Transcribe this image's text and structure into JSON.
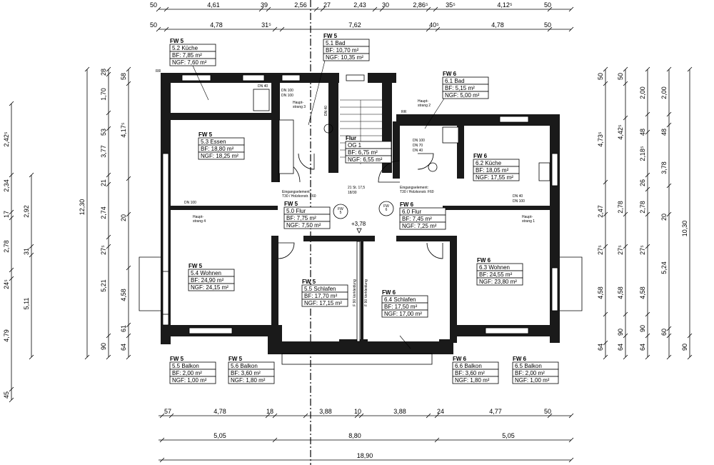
{
  "dimensions": {
    "top_row1": [
      "50",
      "4,61",
      "39",
      "2,56",
      "27",
      "2,43",
      "30",
      "2,86⁵",
      "35⁵",
      "4,12⁵",
      "50"
    ],
    "top_row2": [
      "50",
      "4,78",
      "31⁵",
      "7,62",
      "40⁵",
      "4,78",
      "50"
    ],
    "bottom_row1": [
      "57",
      "4,78",
      "18",
      "3,88",
      "10",
      "3,88",
      "24",
      "4,77",
      "50"
    ],
    "bottom_row2": [
      "5,05",
      "8,80",
      "5,05"
    ],
    "bottom_total": "18,90",
    "left_col1": [
      "2,42⁵",
      "2,34",
      "17",
      "2,78",
      "24⁵",
      "4,79",
      "45"
    ],
    "left_col2": [
      "2,92",
      "31",
      "5,11"
    ],
    "left_col3": [
      "12,30"
    ],
    "left_col4": [
      "28",
      "1,70",
      "53",
      "3,77",
      "21",
      "2,74",
      "27⁵",
      "5,21",
      "90"
    ],
    "left_col5": [
      "58",
      "4,17⁵",
      "20",
      "4,58",
      "61",
      "64"
    ],
    "right_col1": [
      "50",
      "4,73⁵",
      "2,47",
      "27⁵",
      "4,58",
      "64"
    ],
    "right_col2": [
      "50",
      "4,42⁵",
      "2,78",
      "27⁵",
      "4,58",
      "90",
      "64"
    ],
    "right_col3": [
      "2,00",
      "48",
      "2,18⁵",
      "26",
      "2,78",
      "27⁵",
      "4,58",
      "90",
      "64"
    ],
    "right_col4": [
      "2,00",
      "48",
      "3,78",
      "20",
      "5,24",
      "60"
    ],
    "right_col5": [
      "10,30",
      "90"
    ]
  },
  "rooms": [
    {
      "unit": "FW 5",
      "name": "5.2 Küche",
      "bf": "BF:    7,85 m²",
      "ngf": "NGF: 7,60 m²"
    },
    {
      "unit": "FW 5",
      "name": "5.1 Bad",
      "bf": "BF:    10,70 m²",
      "ngf": "NGF: 10,35 m²"
    },
    {
      "unit": "FW 6",
      "name": "6.1 Bad",
      "bf": "BF:    5,15 m²",
      "ngf": "NGF: 5,00 m²"
    },
    {
      "unit": "FW 5",
      "name": "5.3 Essen",
      "bf": "BF:    18,80 m²",
      "ngf": "NGF: 18,25 m²"
    },
    {
      "unit": "Flur",
      "name": "OG 1",
      "bf": "BF:    6,75 m²",
      "ngf": "NGF: 6,55 m²"
    },
    {
      "unit": "FW 6",
      "name": "6.2 Küche",
      "bf": "BF:    18,05 m²",
      "ngf": "NGF: 17,55 m²"
    },
    {
      "unit": "FW 5",
      "name": "5.0 Flur",
      "bf": "BF:    7,75 m²",
      "ngf": "NGF: 7,50 m²"
    },
    {
      "unit": "FW 6",
      "name": "6.0 Flur",
      "bf": "BF:    7,45 m²",
      "ngf": "NGF: 7,25 m²"
    },
    {
      "unit": "FW 5",
      "name": "5.4 Wohnen",
      "bf": "BF:    24,90 m²",
      "ngf": "NGF: 24,15 m²"
    },
    {
      "unit": "FW 5",
      "name": "5.5 Schlafen",
      "bf": "BF:    17,70 m²",
      "ngf": "NGF: 17,15 m²"
    },
    {
      "unit": "FW 6",
      "name": "6.4 Schlafen",
      "bf": "BF:    17,50 m²",
      "ngf": "NGF: 17,00 m²"
    },
    {
      "unit": "FW 6",
      "name": "6.3 Wohnen",
      "bf": "BF:    24,55 m²",
      "ngf": "NGF: 23,80 m²"
    },
    {
      "unit": "FW 5",
      "name": "5.5 Balkon",
      "bf": "BF:    2,00 m²",
      "ngf": "NGF: 1,00 m²"
    },
    {
      "unit": "FW 5",
      "name": "5.6 Balkon",
      "bf": "BF:    3,60 m²",
      "ngf": "NGF: 1,80 m²"
    },
    {
      "unit": "FW 6",
      "name": "6.6 Balkon",
      "bf": "BF:    3,60 m²",
      "ngf": "NGF: 1,80 m²"
    },
    {
      "unit": "FW 6",
      "name": "6.5 Balkon",
      "bf": "BF:    2,00 m²",
      "ngf": "NGF: 1,00 m²"
    }
  ],
  "annotations": {
    "elevation": "+3,78",
    "fw5_circle": "FW 5",
    "fw6_circle": "FW 6",
    "strang_left": "Haupt-\nstrang 4",
    "strang_right": "Haupt-\nstrang 1",
    "strang_bad5": "Haupt-\nstrang 3",
    "strang_bad6": "Haupt-\nstrang 2",
    "entry_left": "Eingangselement:\nT30 / Holzkonstr. F60",
    "entry_right": "Eingangselement:\nT30 / Holzkonstr. F60",
    "dn100_left": "DN 100",
    "dn40_bad5": "DN 40",
    "dn_bad5_a": "DN 100",
    "dn_bad5_b": "DN 100",
    "dn_flur": "DN 40",
    "dn_bad6": [
      "DN 100",
      "DN 70",
      "DN 40"
    ],
    "dn_kue6": [
      "DN 40",
      "DN 100"
    ],
    "wall_label": "F 90 Verkleidung",
    "stair_a": "21 St. 17,5",
    "stair_b": "18/30",
    "rr": "RR"
  }
}
